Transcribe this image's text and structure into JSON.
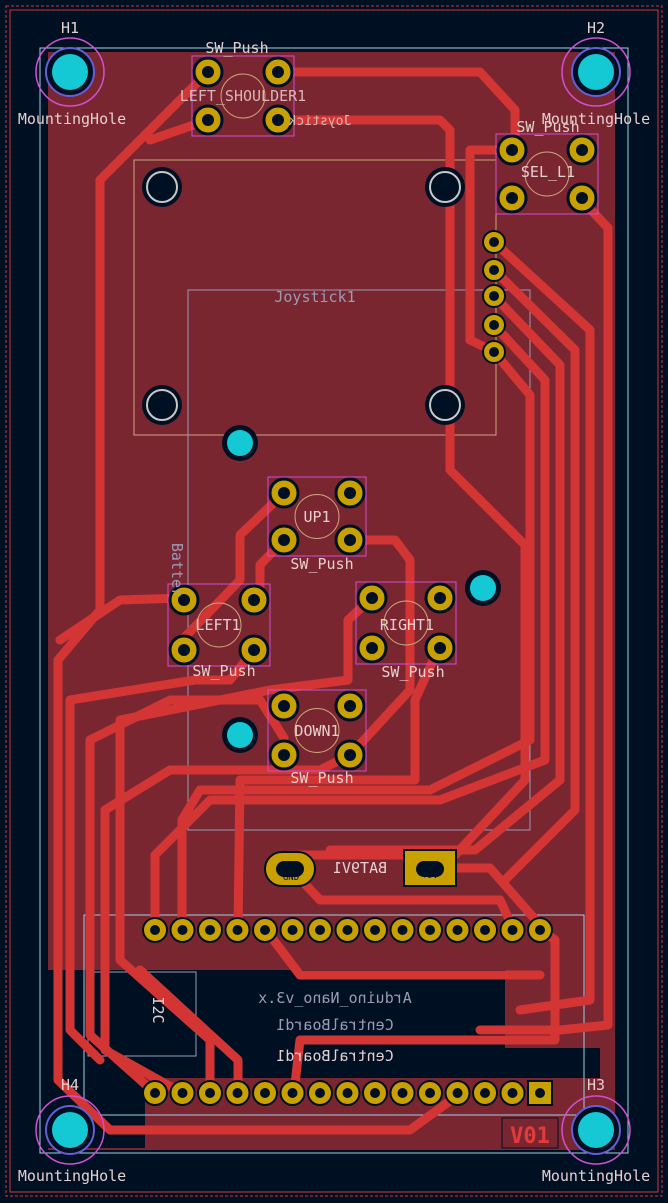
{
  "board": {
    "version": "V01",
    "colors": {
      "background": "#001023",
      "copper_fill": "#7a2630",
      "track": "#d33535",
      "pad": "#c8a000",
      "via": "#14c8d4",
      "silk": "#e6cfcf",
      "fab": "#9b9bb4",
      "courtyard": "#d14fd1",
      "outline": "#d8c36a"
    }
  },
  "mounting_holes": [
    {
      "ref": "H1",
      "value": "MountingHole"
    },
    {
      "ref": "H2",
      "value": "MountingHole"
    },
    {
      "ref": "H3",
      "value": "MountingHole"
    },
    {
      "ref": "H4",
      "value": "MountingHole"
    }
  ],
  "switches": [
    {
      "ref": "LEFT_SHOULDER1",
      "value": "SW_Push"
    },
    {
      "ref": "SEL_L1",
      "value": "SW_Push"
    },
    {
      "ref": "UP1",
      "value": "SW_Push"
    },
    {
      "ref": "LEFT1",
      "value": "SW_Push"
    },
    {
      "ref": "RIGHT1",
      "value": "SW_Push"
    },
    {
      "ref": "DOWN1",
      "value": "SW_Push"
    }
  ],
  "joystick": {
    "ref": "Joystick1"
  },
  "battery": {
    "ref": "BAT9V1",
    "gnd_label": "GND",
    "vcc_label": "+9V"
  },
  "central_board": {
    "value": "Arduino_Nano_v3.x",
    "ref_fab": "CentralBoard1",
    "ref": "CentralBoard1"
  },
  "i2c": {
    "label": "I2C"
  },
  "stray_labels": {
    "battery_side": "Batter",
    "top_mirror": "Joystick"
  }
}
